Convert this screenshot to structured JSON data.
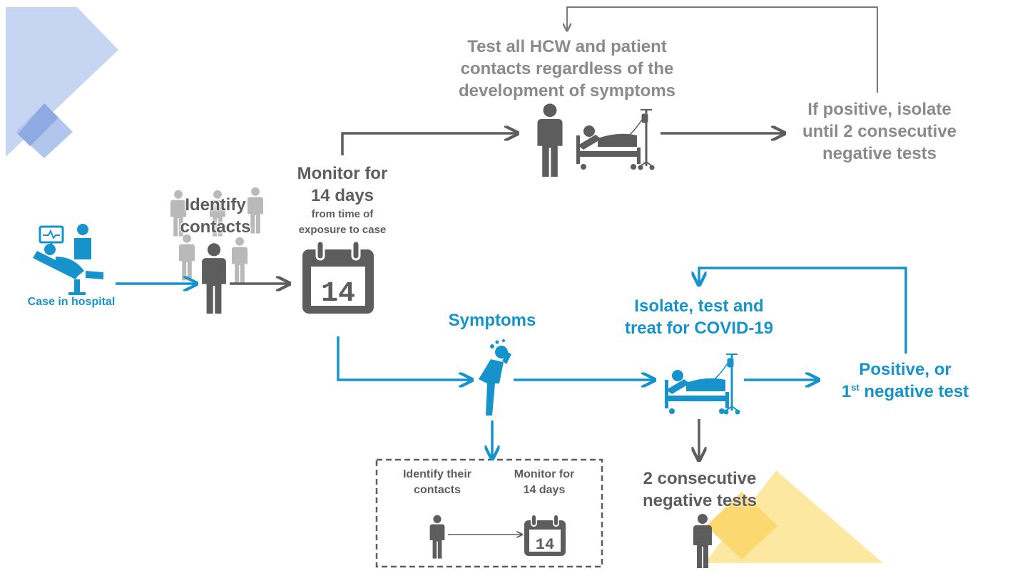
{
  "colors": {
    "grey": "#5d5d5d",
    "light_grey": "#8a8a8a",
    "blue": "#1793cc",
    "deco_blue": "#9db7e6",
    "deco_yellow": "#fce08a"
  },
  "icons": [
    "hospital-case-icon",
    "person-icon",
    "contacts-group-icon",
    "calendar-icon",
    "patient-bed-icon",
    "symptoms-person-icon"
  ],
  "nodes": {
    "case": {
      "label": "Case in hospital"
    },
    "identify": {
      "label_line1": "Identify",
      "label_line2": "contacts"
    },
    "monitor": {
      "title_line1": "Monitor for",
      "title_line2": "14 days",
      "sub_line1": "from time of",
      "sub_line2": "exposure to case"
    },
    "calendar": {
      "number": "14"
    },
    "test_all": {
      "line1": "Test all HCW and patient",
      "line2": "contacts regardless of the",
      "line3": "development of symptoms"
    },
    "if_positive": {
      "line1": "If positive, isolate",
      "line2": "until 2 consecutive",
      "line3": "negative tests"
    },
    "symptoms": {
      "label": "Symptoms"
    },
    "isolate": {
      "line1": "Isolate, test and",
      "line2": "treat for COVID-19"
    },
    "positive": {
      "line1": "Positive, or",
      "line2_num": "1",
      "line2_sup": "st",
      "line2_rest": " negative test"
    },
    "two_negative": {
      "line1": "2 consecutive",
      "line2": "negative tests"
    },
    "sub_box": {
      "identify_line1": "Identify their",
      "identify_line2": "contacts",
      "monitor_line1": "Monitor for",
      "monitor_line2": "14 days",
      "calendar_number": "14"
    }
  }
}
